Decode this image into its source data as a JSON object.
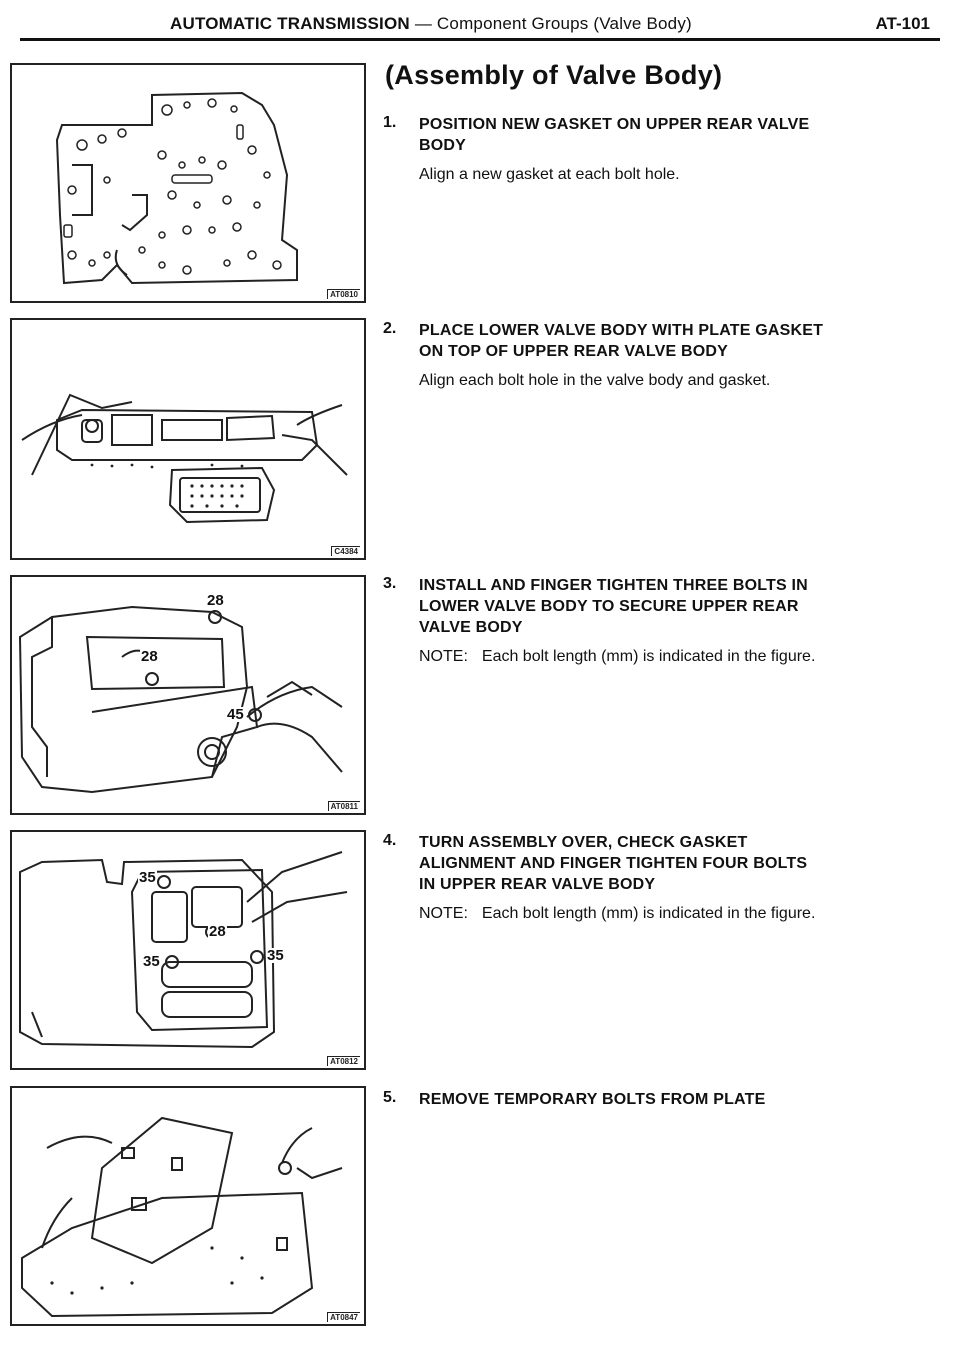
{
  "header": {
    "title": "AUTOMATIC TRANSMISSION",
    "subtitle": " — Component Groups (Valve Body)",
    "page_number": "AT-101"
  },
  "section_title": "(Assembly of Valve Body)",
  "figures": [
    {
      "code": "AT0810"
    },
    {
      "code": "C4384"
    },
    {
      "code": "AT0811",
      "callouts": [
        "28",
        "28",
        "45"
      ]
    },
    {
      "code": "AT0812",
      "callouts": [
        "35",
        "28",
        "35",
        "35"
      ]
    },
    {
      "code": "AT0847"
    }
  ],
  "steps": [
    {
      "number": "1.",
      "heading": "POSITION NEW GASKET ON UPPER REAR VALVE\nBODY",
      "body": "Align a new gasket at each bolt hole."
    },
    {
      "number": "2.",
      "heading": "PLACE LOWER VALVE BODY WITH PLATE GASKET\nON TOP OF UPPER REAR VALVE BODY",
      "body": "Align each bolt hole in the valve body and gasket."
    },
    {
      "number": "3.",
      "heading": "INSTALL AND FINGER TIGHTEN THREE BOLTS IN\nLOWER VALVE BODY TO SECURE UPPER REAR\nVALVE BODY",
      "note_label": "NOTE:",
      "note": "Each bolt length (mm) is indicated in the figure."
    },
    {
      "number": "4.",
      "heading": "TURN ASSEMBLY OVER, CHECK GASKET\nALIGNMENT AND FINGER TIGHTEN FOUR BOLTS\nIN UPPER REAR VALVE BODY",
      "note_label": "NOTE:",
      "note": "Each bolt length (mm) is indicated in the figure."
    },
    {
      "number": "5.",
      "heading": "REMOVE TEMPORARY BOLTS FROM PLATE"
    }
  ]
}
